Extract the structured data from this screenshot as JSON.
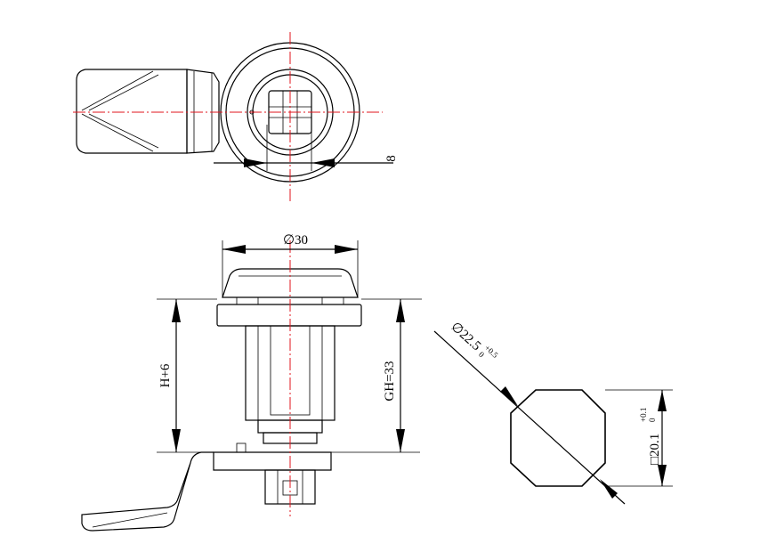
{
  "dimensions": {
    "slot_width": "8",
    "body_diameter": "∅30",
    "h_offset": "H+6",
    "gh": "GH=33",
    "cutout_diameter": "∅22.5",
    "cutout_diameter_tol": "+0.5",
    "cutout_diameter_tol_low": "0",
    "cutout_flat": "□20.1",
    "cutout_flat_tol": "+0.1",
    "cutout_flat_tol_low": "0"
  },
  "colors": {
    "line": "#000000",
    "centerline": "#e0141e",
    "background": "#ffffff"
  }
}
